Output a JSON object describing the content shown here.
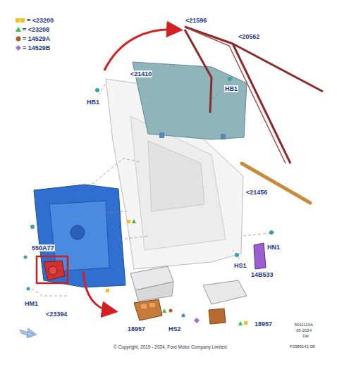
{
  "diagram": {
    "labels": [
      "<21596",
      "<20562",
      "<21410",
      "HB1",
      "HB1",
      "<21456",
      "HN1",
      "HS1",
      "14B533",
      "550A77",
      "HM1",
      "<23394",
      "18957",
      "HS2",
      "18957",
      "5011110A",
      "05-2024",
      "1W",
      "F0386141-08",
      "© Copyright, 2019 - 2024, Ford Motor Company Limited"
    ],
    "legend": [
      {
        "text": "= <23200"
      },
      {
        "text": "= <23208"
      },
      {
        "text": "= 14529A"
      },
      {
        "text": "= 14529B"
      }
    ]
  }
}
